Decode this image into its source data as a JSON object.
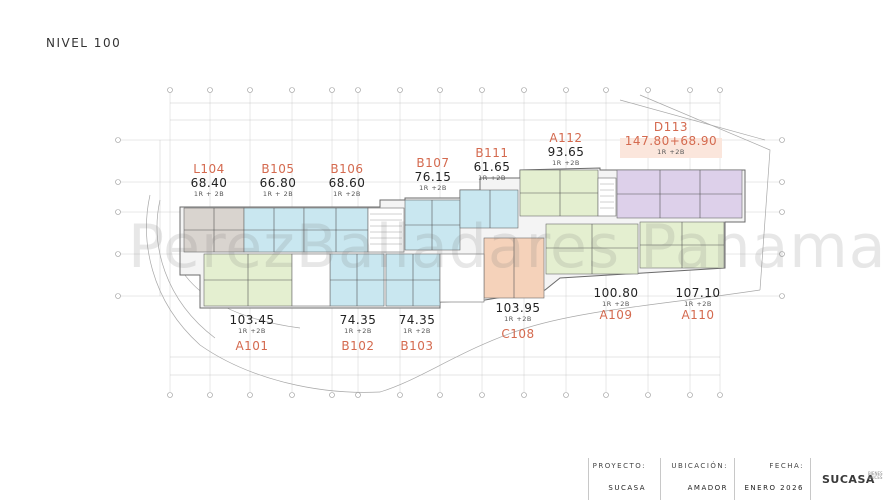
{
  "level_title": "NIVEL 100",
  "watermark": "PerezBalladares Panama",
  "units": [
    {
      "code": "L104",
      "area": "68.40",
      "rooms": "1R + 2B"
    },
    {
      "code": "B105",
      "area": "66.80",
      "rooms": "1R + 2B"
    },
    {
      "code": "B106",
      "area": "68.60",
      "rooms": "1R +2B"
    },
    {
      "code": "B107",
      "area": "76.15",
      "rooms": "1R +2B"
    },
    {
      "code": "B111",
      "area": "61.65",
      "rooms": "1R +2B"
    },
    {
      "code": "A112",
      "area": "93.65",
      "rooms": "1R +2B"
    },
    {
      "code": "D113",
      "area": "147.80+68.90",
      "rooms": "1R +2B"
    },
    {
      "code": "A101",
      "area": "103.45",
      "rooms": "1R +2B"
    },
    {
      "code": "B102",
      "area": "74.35",
      "rooms": "1R +2B"
    },
    {
      "code": "B103",
      "area": "74.35",
      "rooms": "1R +2B"
    },
    {
      "code": "C108",
      "area": "103.95",
      "rooms": "1R +2B"
    },
    {
      "code": "A109",
      "area": "100.80",
      "rooms": "1R +2B"
    },
    {
      "code": "A110",
      "area": "107.10",
      "rooms": "1R +2B"
    }
  ],
  "title_block": {
    "proyecto_label": "PROYECTO:",
    "proyecto_value": "SUCASA",
    "ubicacion_label": "UBICACIÓN:",
    "ubicacion_value": "AMADOR",
    "fecha_label": "FECHA:",
    "fecha_value": "ENERO 2026",
    "brand": "SUCASA",
    "brand_sub": "BIENES RAICES"
  },
  "colors": {
    "unit_code": "#d46a4f",
    "zone_gray": "#d9d4cf",
    "zone_blue": "#c9e7f0",
    "zone_green": "#e4efd0",
    "zone_orange": "#f5d2ba",
    "zone_purple": "#ddd0ea",
    "line": "#6b6b6b"
  }
}
